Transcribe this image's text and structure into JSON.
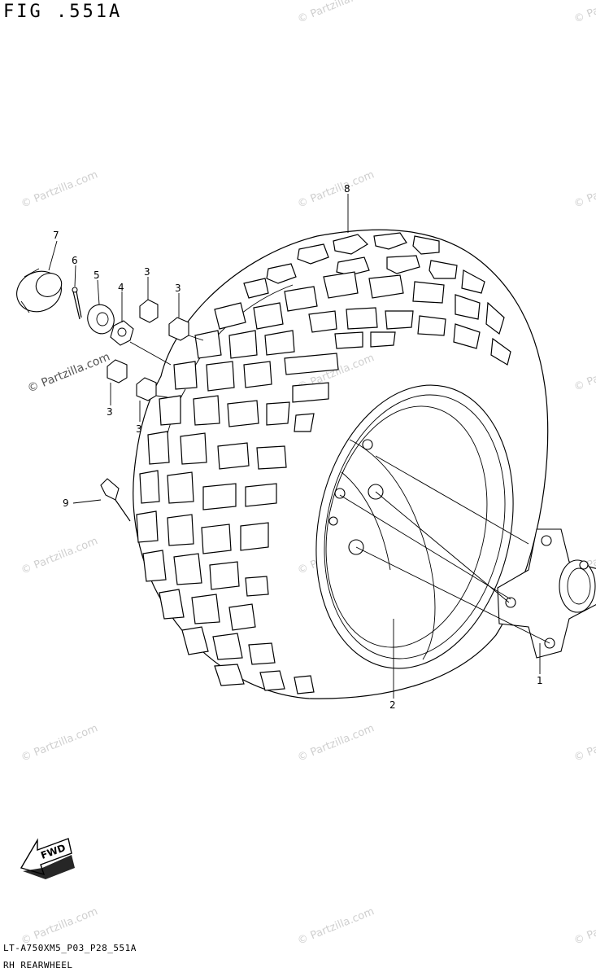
{
  "figure": {
    "title": "FIG .551A",
    "footer_code": "LT-A750XM5_P03_P28_551A",
    "caption": "RH REARWHEEL"
  },
  "callouts": [
    {
      "number": "1",
      "part": "rear-hub"
    },
    {
      "number": "2",
      "part": "rear-rim"
    },
    {
      "number": "3",
      "part": "wheel-nut"
    },
    {
      "number": "3",
      "part": "wheel-nut"
    },
    {
      "number": "3",
      "part": "wheel-nut"
    },
    {
      "number": "3",
      "part": "wheel-nut"
    },
    {
      "number": "4",
      "part": "washer"
    },
    {
      "number": "5",
      "part": "castle-nut"
    },
    {
      "number": "6",
      "part": "cotter-pin"
    },
    {
      "number": "7",
      "part": "hub-cap"
    },
    {
      "number": "8",
      "part": "rear-tire"
    },
    {
      "number": "9",
      "part": "tire-valve"
    }
  ],
  "direction_badge": "FWD",
  "watermark": {
    "text": "© Partzilla.com",
    "color": "#cfcfcf",
    "prominent_color": "#555555"
  }
}
